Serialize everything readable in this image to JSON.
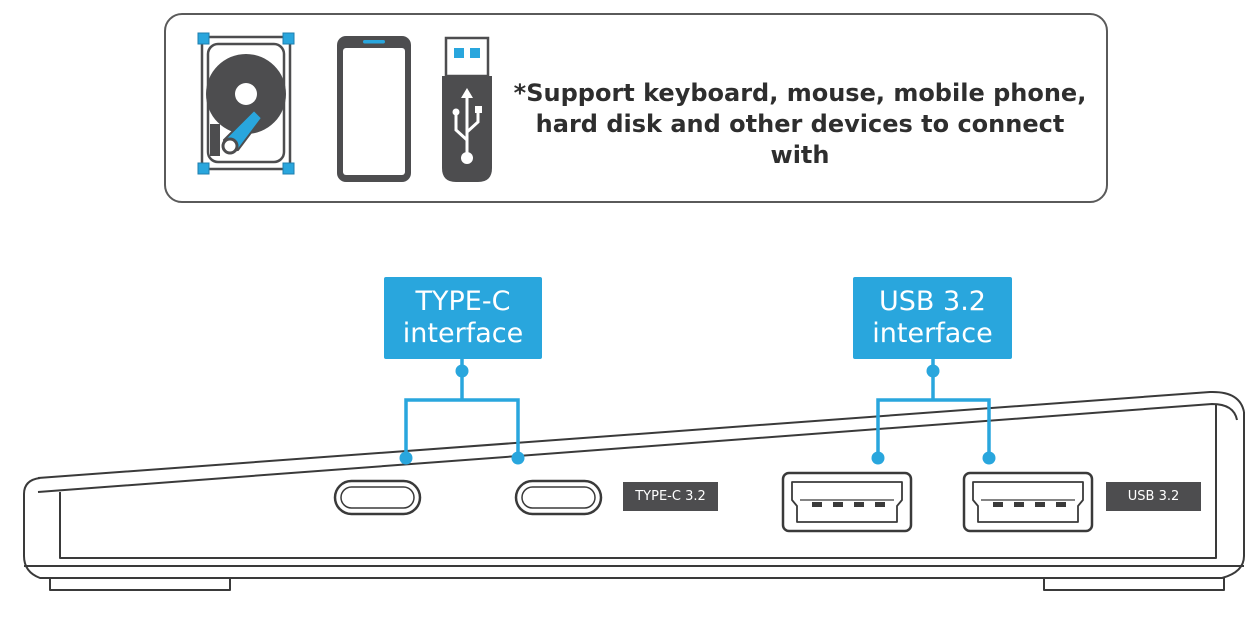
{
  "support_note": {
    "line1": "*Support keyboard, mouse, mobile phone,",
    "line2": "hard disk and other devices to connect with"
  },
  "device_icons": [
    "hard-disk-icon",
    "mobile-phone-icon",
    "usb-flash-drive-icon"
  ],
  "callouts": {
    "typec": {
      "line1": "TYPE-C",
      "line2": "interface"
    },
    "usb": {
      "line1": "USB 3.2",
      "line2": "interface"
    }
  },
  "port_labels": {
    "typec": "TYPE-C 3.2",
    "usb": "USB 3.2"
  },
  "colors": {
    "accent": "#29a6dd",
    "outline": "#3a3a3a",
    "label_bg": "#4d4d4f",
    "icon_gray": "#4d4d4f"
  }
}
